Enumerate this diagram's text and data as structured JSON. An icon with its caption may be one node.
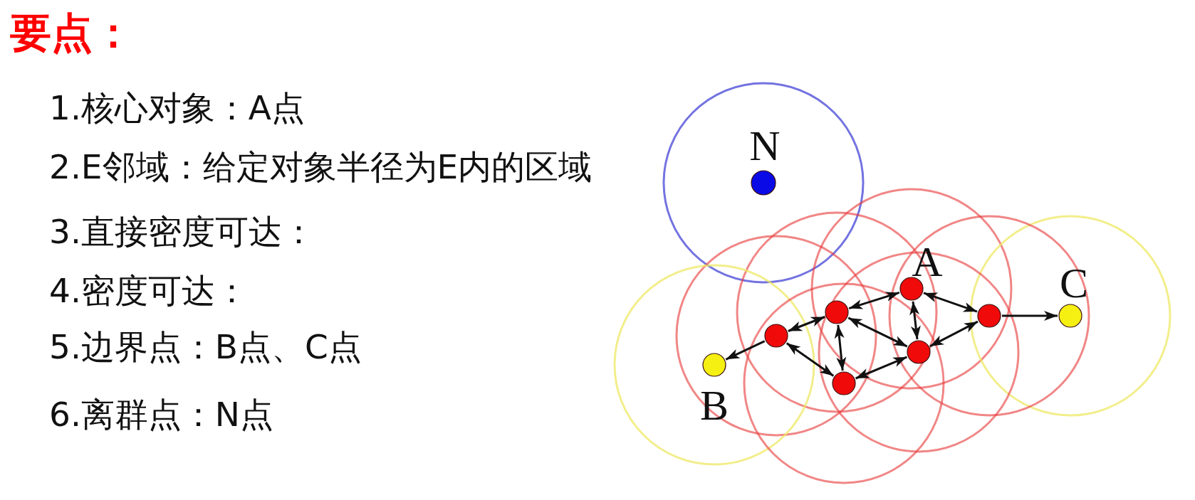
{
  "diagram": {
    "title": "要点：",
    "nodes": [
      {
        "text": [],
        "shape": "circle",
        "beside": [
          "N"
        ]
      },
      {
        "text": [],
        "shape": "circle",
        "beside": [
          "A"
        ]
      },
      {
        "text": [],
        "shape": "circle"
      },
      {
        "text": [],
        "shape": "circle",
        "beside": [
          "C"
        ]
      },
      {
        "text": [],
        "shape": "circle"
      },
      {
        "text": [],
        "shape": "circle"
      },
      {
        "text": [],
        "shape": "circle"
      },
      {
        "text": [],
        "shape": "circle",
        "beside": [
          "B"
        ]
      },
      {
        "text": [],
        "shape": "circle"
      }
    ],
    "edges": [
      {
        "from": 5,
        "to": 7,
        "arrow": "to"
      },
      {
        "from": 5,
        "to": 2,
        "arrow": "both"
      },
      {
        "from": 5,
        "to": 8,
        "arrow": "both"
      },
      {
        "from": 2,
        "to": 1,
        "arrow": "both"
      },
      {
        "from": 2,
        "to": 8,
        "arrow": "both"
      },
      {
        "from": 2,
        "to": 6,
        "arrow": "both"
      },
      {
        "from": 1,
        "to": 6,
        "arrow": "both"
      },
      {
        "from": 1,
        "to": 4,
        "arrow": "both"
      },
      {
        "from": 6,
        "to": 4,
        "arrow": "both"
      },
      {
        "from": 8,
        "to": 6,
        "arrow": "both"
      },
      {
        "from": 4,
        "to": 3,
        "arrow": "to"
      }
    ],
    "labels": [
      "1.核心对象：A点",
      "2.E邻域：给定对象半径为E内的区域",
      "3.直接密度可达：",
      "4.密度可达：",
      "5.边界点：B点、C点",
      "6.离群点：N点"
    ]
  }
}
